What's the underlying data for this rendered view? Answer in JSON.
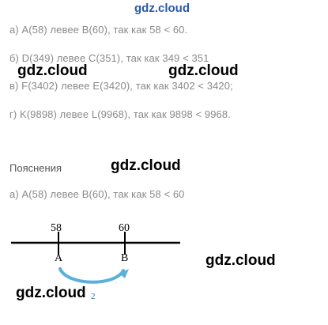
{
  "watermarks": {
    "top": "gdz.cloud",
    "w1": "gdz.cloud",
    "w2": "gdz.cloud",
    "w3": "gdz.cloud",
    "w4": "gdz.cloud",
    "w5": "gdz.cloud"
  },
  "answers": [
    "а) A(58) левее B(60), так как 58 < 60.",
    "б) D(349) левее C(351), так как 349 < 351",
    "в) F(3402) левее E(3420), так как 3402 < 3420;",
    "г) K(9898) левее L(9968), так как 9898 < 9968."
  ],
  "explanation": {
    "heading": "Пояснения",
    "line": "а) A(58) левее B(60), так как 58 < 60"
  },
  "numberline": {
    "value_a": "58",
    "value_b": "60",
    "label_a": "A",
    "label_b": "B",
    "step": "2",
    "arrow_color": "#5ab0dc"
  }
}
